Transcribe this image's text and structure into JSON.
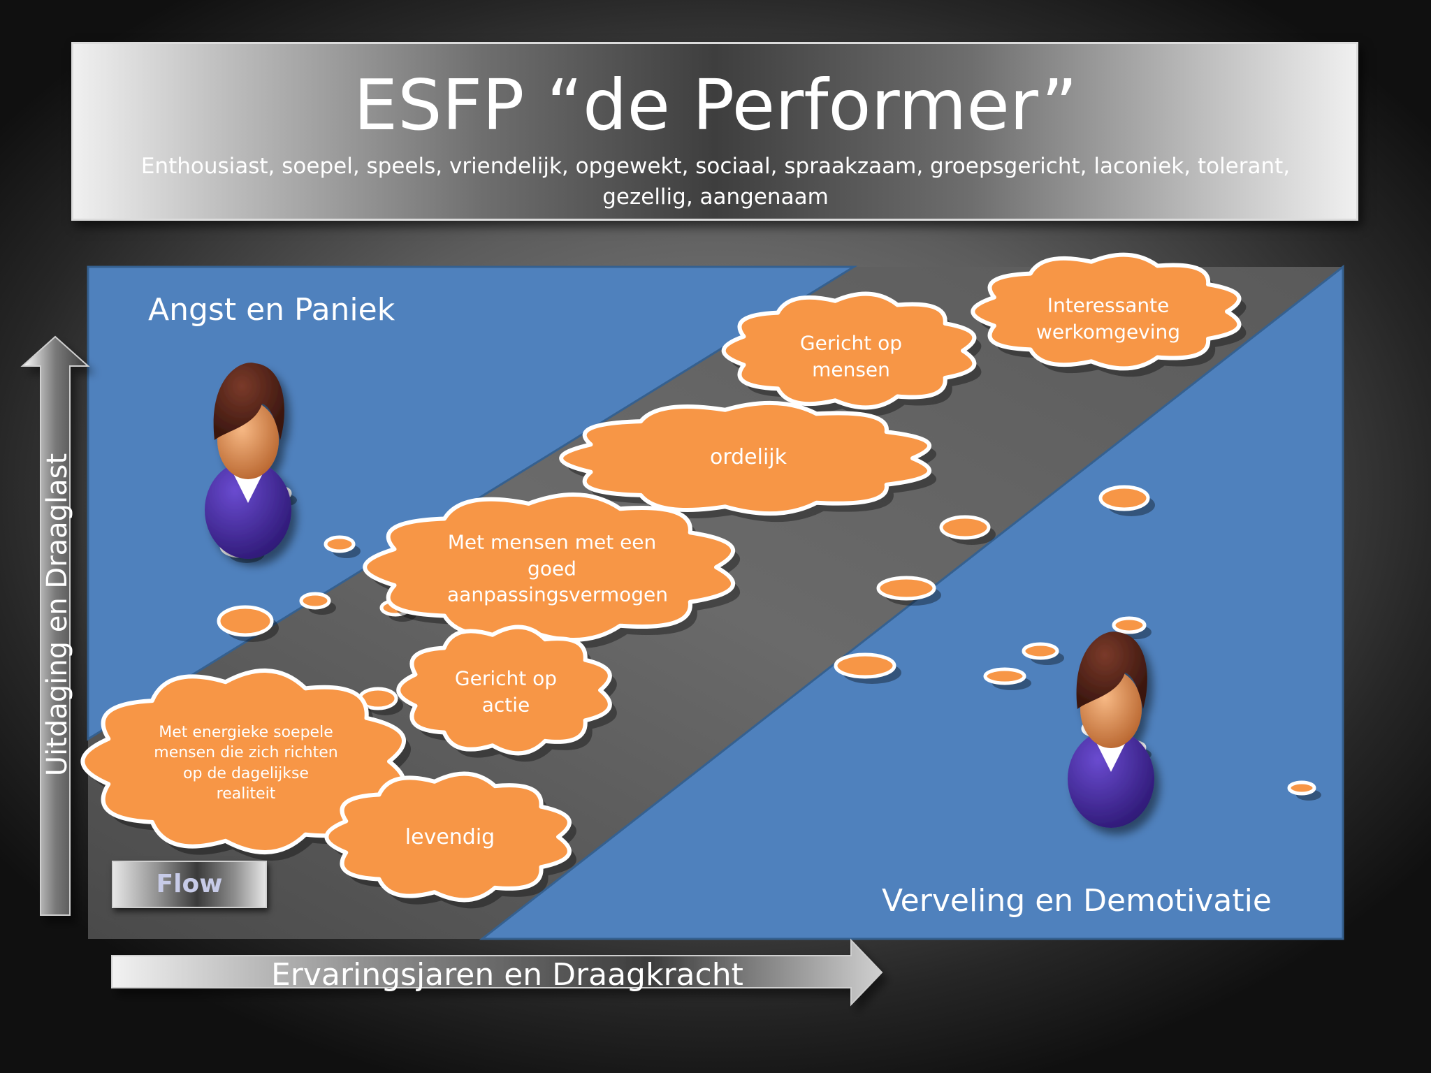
{
  "slide": {
    "title": "ESFP “de Performer”",
    "subtitle": "Enthousiast, soepel, speels, vriendelijk, opgewekt, sociaal, spraakzaam, groepsgericht, laconiek, tolerant, gezellig, aangenaam"
  },
  "zones": {
    "top_left": "Angst en Paniek",
    "bottom_right": "Verveling en Demotivatie"
  },
  "axes": {
    "x_label": "Ervaringsjaren en Draagkracht",
    "y_label": "Uitdaging  en Draaglast"
  },
  "flow_label": "Flow",
  "clouds": [
    "Interessante werkomgeving",
    "Gericht op mensen",
    "ordelijk",
    "Met mensen met een goed aanpassingsvermogen",
    "Gericht op actie",
    "Met energieke soepele mensen die zich richten op de dagelijkse realiteit",
    "levendig"
  ],
  "colors": {
    "zone_blue": "#4f81bd",
    "cloud_orange": "#f79646",
    "band_gray": "#5a5a5a",
    "text": "#ffffff"
  },
  "icons": [
    "person-icon",
    "person-icon"
  ]
}
